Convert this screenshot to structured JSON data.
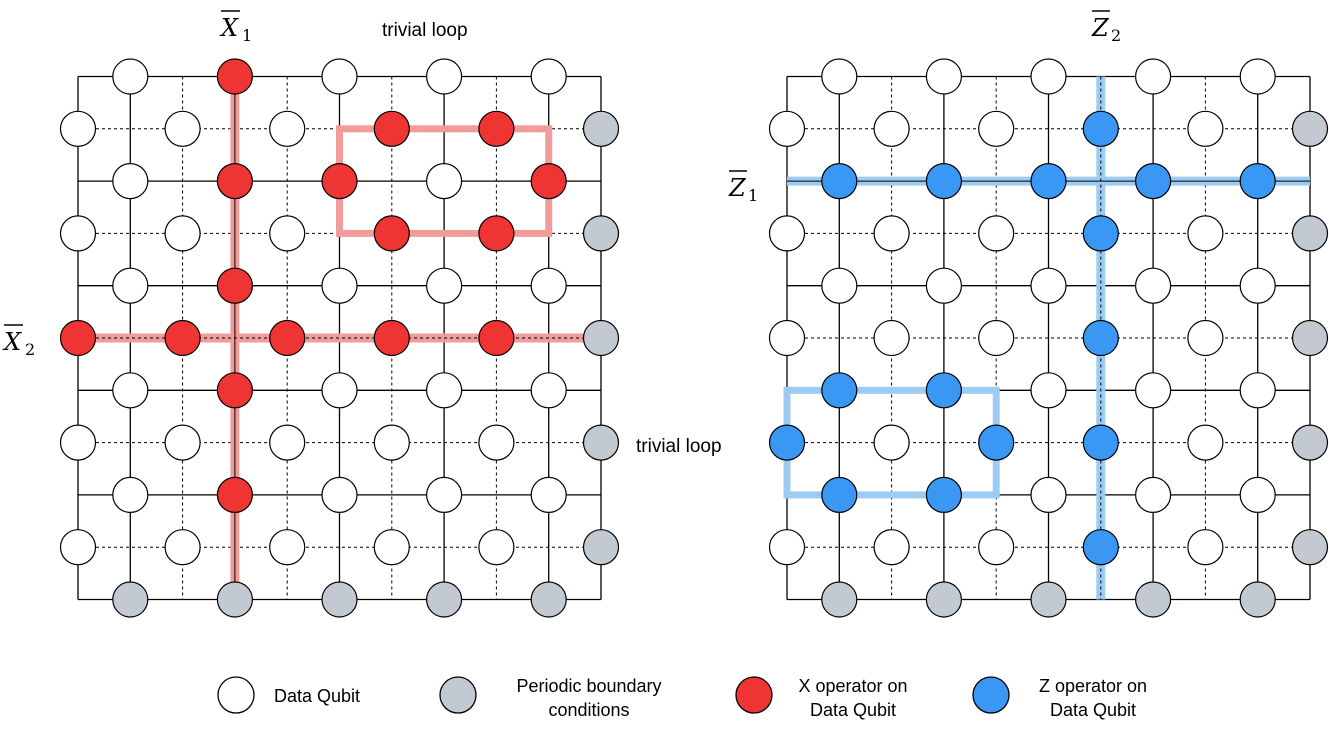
{
  "colors": {
    "data_qubit": "#ffffff",
    "boundary": "#c3c9d0",
    "x_op": "#ef3434",
    "z_op": "#3a97f3",
    "x_path": "#f19b9b",
    "z_path": "#9ccbf3",
    "grid": "#000000"
  },
  "lattices": [
    {
      "id": "left",
      "labels": {
        "op_vertical": {
          "symbol": "X",
          "sub": "1"
        },
        "op_horizontal": {
          "symbol": "X",
          "sub": "2"
        },
        "trivial_loop": "trivial loop"
      }
    },
    {
      "id": "right",
      "labels": {
        "op_vertical": {
          "symbol": "Z",
          "sub": "2"
        },
        "op_horizontal": {
          "symbol": "Z",
          "sub": "1"
        },
        "trivial_loop": "trivial loop"
      }
    }
  ],
  "legend": [
    {
      "kind": "data",
      "icon": "data-qubit-icon",
      "lines": [
        "Data Qubit"
      ]
    },
    {
      "kind": "boundary",
      "icon": "boundary-qubit-icon",
      "lines": [
        "Periodic boundary",
        "conditions"
      ]
    },
    {
      "kind": "x",
      "icon": "x-operator-icon",
      "lines": [
        "X operator on",
        "Data Qubit"
      ]
    },
    {
      "kind": "z",
      "icon": "z-operator-icon",
      "lines": [
        "Z operator on",
        "Data Qubit"
      ]
    }
  ]
}
